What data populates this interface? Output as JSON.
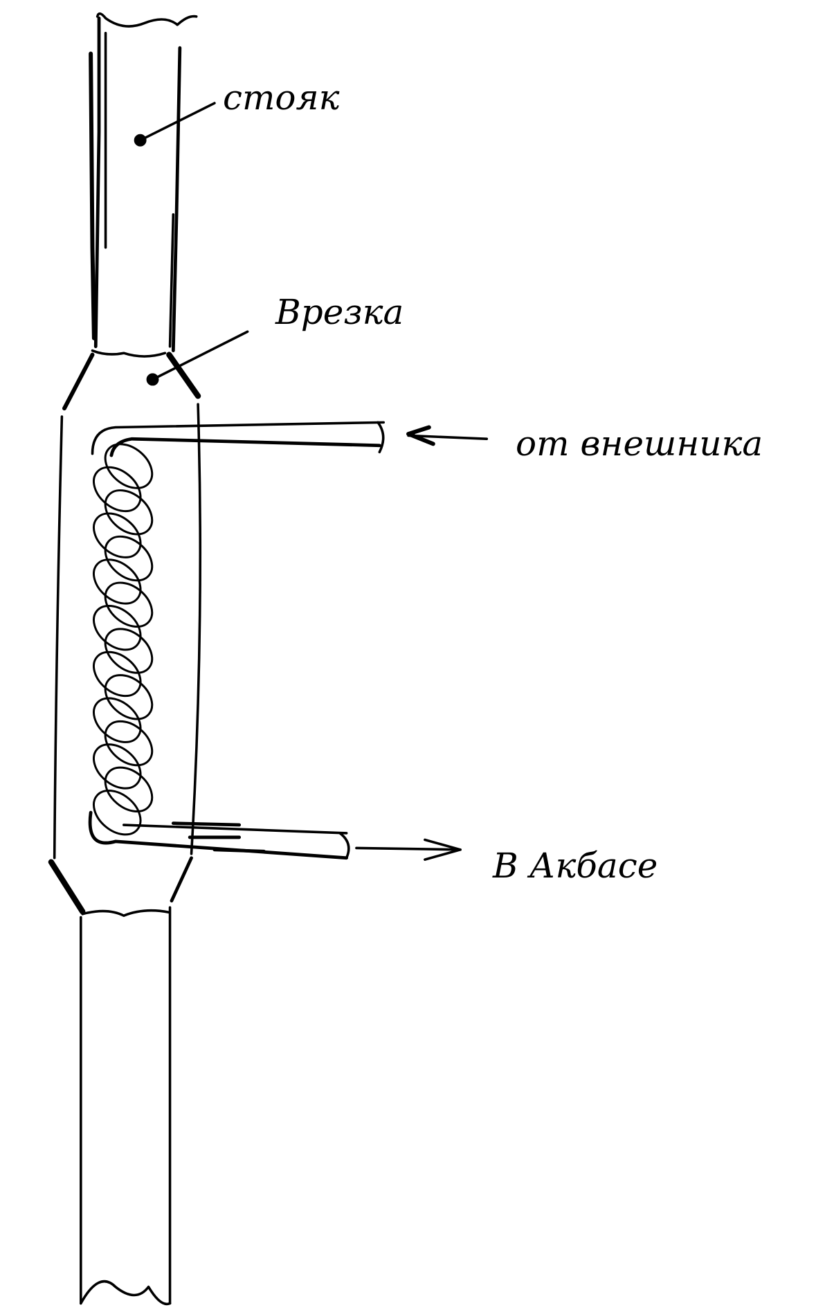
{
  "diagram": {
    "labels": {
      "riser": "стояк",
      "tie_in": "Врезка",
      "inlet": "от внешника",
      "outlet": "В Акбасе"
    },
    "ink_color": "#000000",
    "background_color": "#ffffff"
  }
}
